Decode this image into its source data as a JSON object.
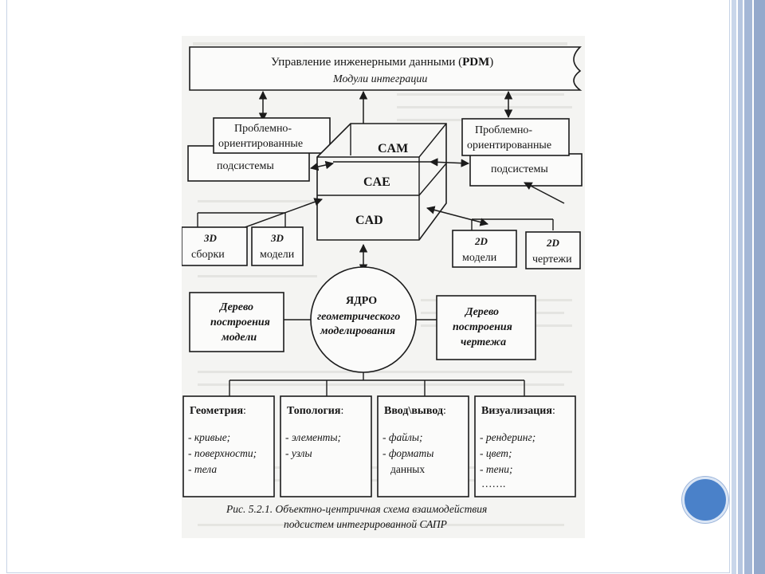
{
  "diagram": {
    "pdm": {
      "title": "Управление инженерными данными (",
      "title_bold": "PDM",
      "title_end": ")",
      "subtitle": "Модули интеграции"
    },
    "left_subsystems": {
      "line1": "Проблемно-",
      "line2": "ориентированные",
      "line3": "подсистемы"
    },
    "right_subsystems": {
      "line1": "Проблемно-",
      "line2": "ориентированные",
      "line3": "подсистемы"
    },
    "cam": "CAM",
    "cae": "CAE",
    "cad": "CAD",
    "assemblies_3d": {
      "dim": "3D",
      "label": "сборки"
    },
    "models_3d": {
      "dim": "3D",
      "label": "модели"
    },
    "models_2d": {
      "dim": "2D",
      "label": "модели"
    },
    "drawings_2d": {
      "dim": "2D",
      "label": "чертежи"
    },
    "kernel": {
      "line1": "ЯДРО",
      "line2": "геометрического",
      "line3": "моделирования"
    },
    "model_tree": {
      "line1": "Дерево",
      "line2": "построения",
      "line3": "модели"
    },
    "drawing_tree": {
      "line1": "Дерево",
      "line2": "построения",
      "line3": "чертежа"
    },
    "geometry": {
      "title": "Геометрия",
      "colon": ":",
      "item1": "- кривые;",
      "item2": "- поверхности;",
      "item3": "- тела"
    },
    "topology": {
      "title": "Топология",
      "colon": ":",
      "item1": "- элементы;",
      "item2": "- узлы"
    },
    "io": {
      "title": "Ввод\\вывод",
      "colon": ":",
      "item1": "- файлы;",
      "item2": "- форматы",
      "item3": "данных"
    },
    "visualization": {
      "title": "Визуализация",
      "colon": ":",
      "item1": "- рендеринг;",
      "item2": "- цвет;",
      "item3": "- тени;",
      "item4": "……."
    },
    "caption": {
      "line1": "Рис. 5.2.1. Объектно-центричная схема взаимодействия",
      "line2": "подсистем интегрированной САПР"
    }
  },
  "colors": {
    "slide_background": "#ffffff",
    "scan_background": "#f4f4f2",
    "ink": "#1b1b1b",
    "accent_circle": "#4a81c9",
    "border_strip": "#94a9cc"
  }
}
